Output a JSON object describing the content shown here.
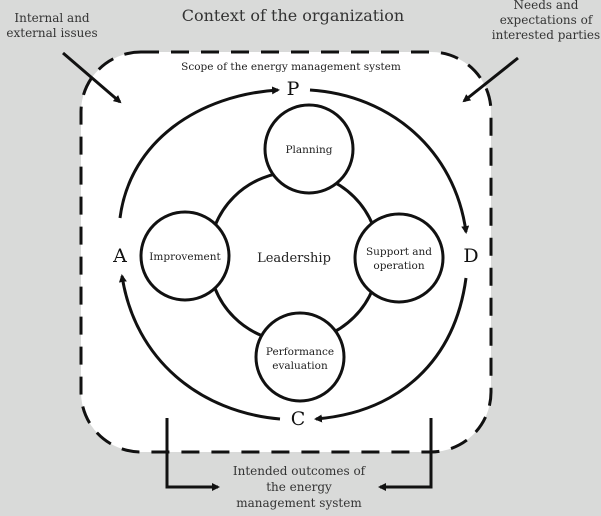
{
  "title": "Context of the organization",
  "left_input": [
    "Internal and",
    "external issues"
  ],
  "right_input": [
    "Needs and",
    "expectations of",
    "interested parties"
  ],
  "scope": "Scope of the energy management system",
  "pdca": {
    "p": "P",
    "d": "D",
    "c": "C",
    "a": "A"
  },
  "center": "Leadership",
  "nodes": {
    "planning": [
      "Planning"
    ],
    "improvement": [
      "Improvement"
    ],
    "support": [
      "Support and",
      "operation"
    ],
    "performance": [
      "Performance",
      "evaluation"
    ]
  },
  "outcomes": [
    "Intended outcomes of",
    "the energy",
    "management system"
  ]
}
